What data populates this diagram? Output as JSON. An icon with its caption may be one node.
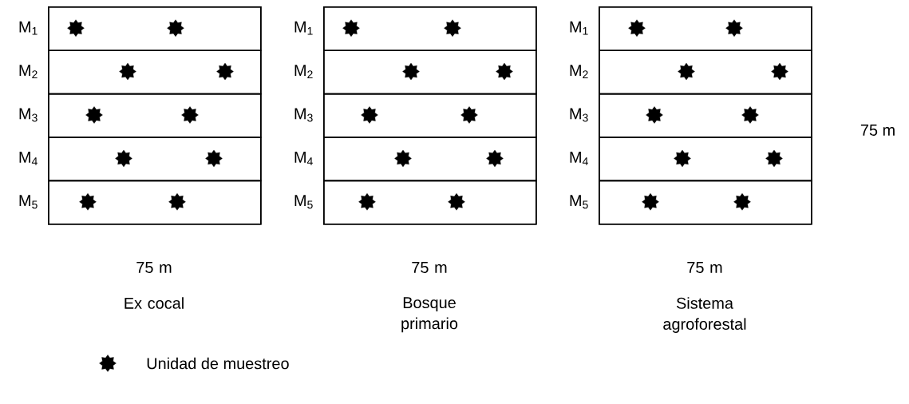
{
  "diagram": {
    "nodes": [
      {
        "text": [],
        "shape": "box",
        "beside": [
          "75 m",
          "Ex cocal"
        ]
      },
      {
        "text": [],
        "shape": "box",
        "in": 0,
        "beside": [
          "M$_{1}$"
        ]
      },
      {
        "text": [],
        "shape": "box",
        "in": 0,
        "beside": [
          "M$_{2}$"
        ]
      },
      {
        "text": [],
        "shape": "box",
        "in": 0,
        "beside": [
          "M$_{3}$"
        ]
      },
      {
        "text": [],
        "shape": "box",
        "in": 0,
        "beside": [
          "M$_{4}$"
        ]
      },
      {
        "text": [],
        "shape": "box",
        "in": 0,
        "beside": [
          "M$_{5}$"
        ]
      },
      {
        "text": [],
        "shape": "box",
        "beside": [
          "75 m",
          "Bosque primario"
        ]
      },
      {
        "text": [],
        "shape": "box",
        "in": 6,
        "beside": [
          "M$_{1}$"
        ]
      },
      {
        "text": [],
        "shape": "box",
        "in": 6,
        "beside": [
          "M$_{2}$"
        ]
      },
      {
        "text": [],
        "shape": "box",
        "in": 6,
        "beside": [
          "M$_{3}$"
        ]
      },
      {
        "text": [],
        "shape": "box",
        "in": 6,
        "beside": [
          "M$_{4}$"
        ]
      },
      {
        "text": [],
        "shape": "box",
        "in": 6,
        "beside": [
          "M$_{5}$"
        ]
      },
      {
        "text": [],
        "shape": "box",
        "beside": [
          "75 m",
          "Sistema agroforestal"
        ]
      },
      {
        "text": [],
        "shape": "box",
        "in": 12,
        "beside": [
          "M$_{1}$"
        ]
      },
      {
        "text": [],
        "shape": "box",
        "in": 12,
        "beside": [
          "M$_{2}$"
        ]
      },
      {
        "text": [],
        "shape": "box",
        "in": 12,
        "beside": [
          "M$_{3}$"
        ]
      },
      {
        "text": [],
        "shape": "box",
        "in": 12,
        "beside": [
          "M$_{4}$"
        ]
      },
      {
        "text": [],
        "shape": "box",
        "in": 12,
        "beside": [
          "M$_{5}$"
        ]
      }
    ],
    "labels": [
      "75 m"
    ],
    "legend": [
      {
        "text": "Unidad de muestreo"
      }
    ]
  }
}
